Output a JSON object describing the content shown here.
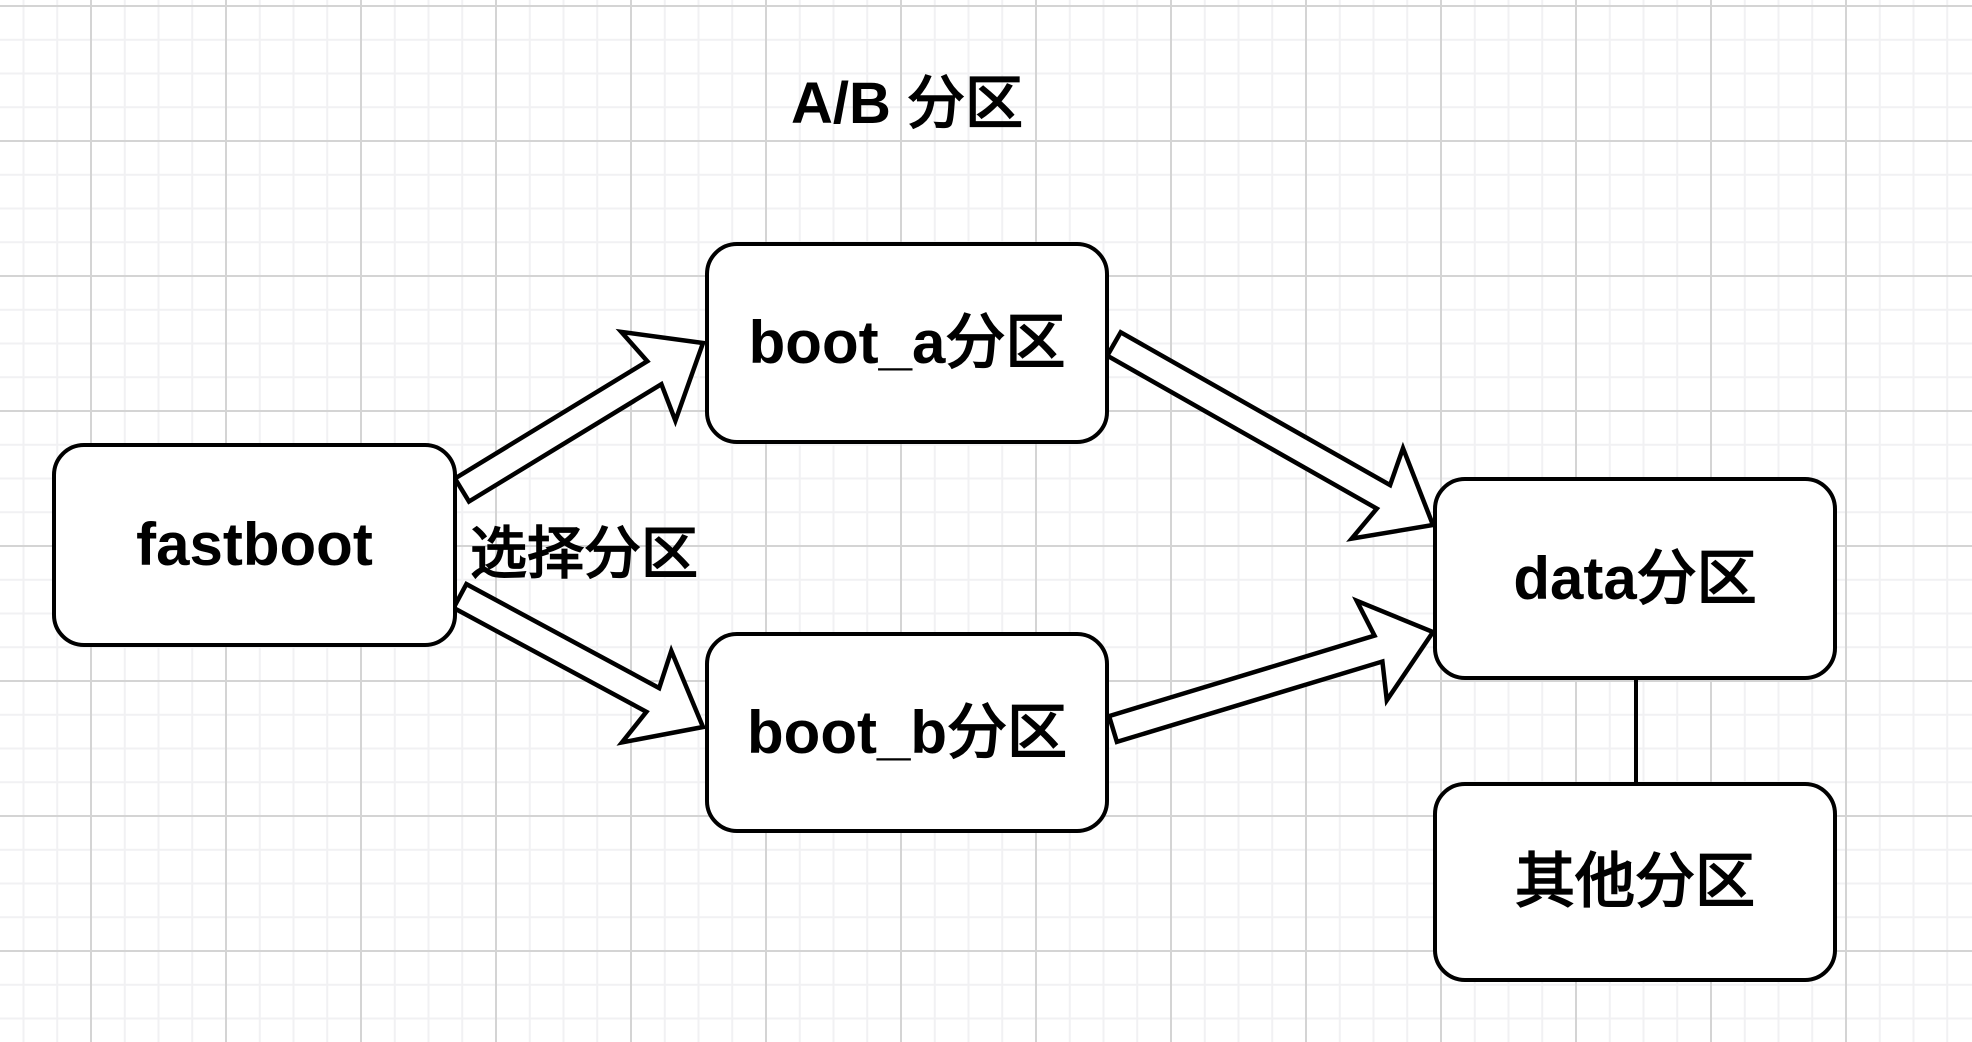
{
  "title": "A/B 分区",
  "nodes": {
    "fastboot": {
      "label": "fastboot"
    },
    "boot_a": {
      "label": "boot_a分区"
    },
    "boot_b": {
      "label": "boot_b分区"
    },
    "data": {
      "label": "data分区"
    },
    "other": {
      "label": "其他分区"
    }
  },
  "edges": {
    "select_label": "选择分区"
  },
  "colors": {
    "stroke": "#000000",
    "node_fill": "#ffffff",
    "grid_minor": "#f1f1f3",
    "grid_major": "#d4d4d4",
    "background": "#ffffff"
  }
}
